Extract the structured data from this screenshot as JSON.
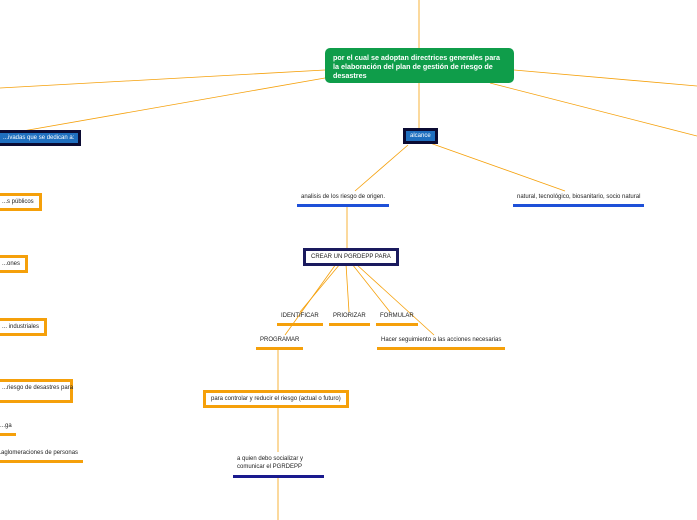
{
  "colors": {
    "root_bg": "#0f9d4a",
    "connector": "#f5a00a",
    "blue": "#1e50d8",
    "navy": "#1a1a5e"
  },
  "root": {
    "title": "por el cual se adoptan directrices generales para la elaboración del plan de gestión de riesgo de desastres"
  },
  "left_branch": {
    "entities": "...ivadas que se dedican a:",
    "items": [
      "...s públicos",
      "...ones",
      "... industriales",
      "...riesgo de desastres para",
      "...ga",
      "...aglomeraciones de personas"
    ]
  },
  "alcance": {
    "label": "alcance",
    "children": [
      "analisis de los  riesgo de origen.",
      "natural, tecnológico, biosanitario, socio natural"
    ]
  },
  "crear": {
    "label": "CREAR UN PGRDEPP PARA",
    "actions": [
      "IDENTIFICAR",
      "PRIORIZAR",
      "FORMULAR",
      "Hacer seguimiento a las acciones necesarias",
      "PROGRAMAR"
    ]
  },
  "controlar": "para controlar y reducir el riesgo (actual o futuro)",
  "socializar": "a quien debo socializar y comunicar el PGRDEPP"
}
